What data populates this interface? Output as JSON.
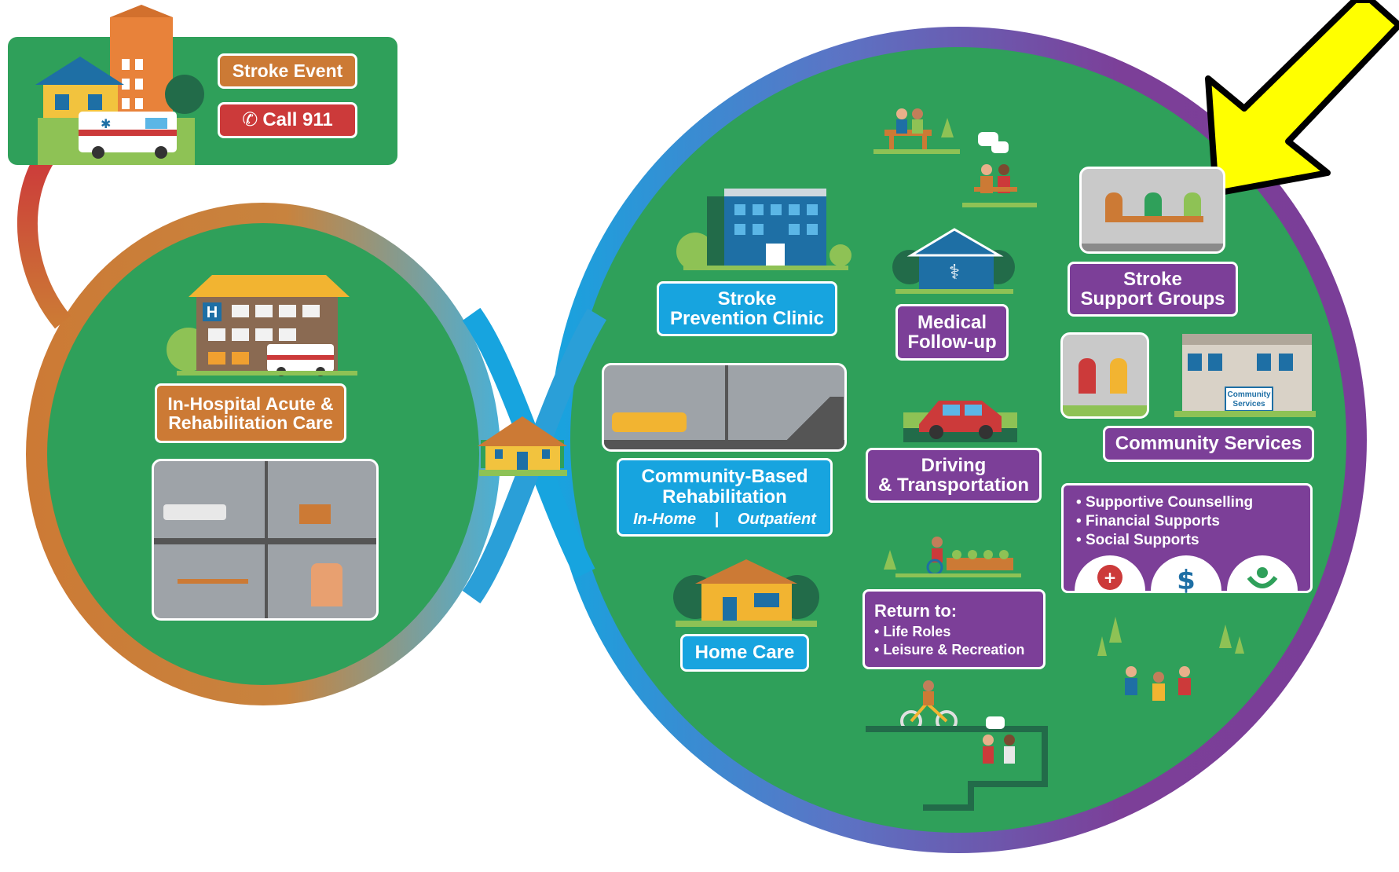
{
  "stroke_event": {
    "label": "Stroke Event",
    "call_label": "Call 911",
    "phone_icon": "phone-icon"
  },
  "hospital": {
    "line1": "In-Hospital Acute &",
    "line2": "Rehabilitation Care"
  },
  "prevention": {
    "line1": "Stroke",
    "line2": "Prevention Clinic"
  },
  "cbr": {
    "line1": "Community-Based",
    "line2": "Rehabilitation",
    "sub_left": "In-Home",
    "sub_sep": "|",
    "sub_right": "Outpatient"
  },
  "home_care": {
    "label": "Home Care"
  },
  "medical": {
    "line1": "Medical",
    "line2": "Follow-up"
  },
  "driving": {
    "line1": "Driving",
    "line2": "& Transportation"
  },
  "return_to": {
    "title": "Return to:",
    "items": [
      "Life Roles",
      "Leisure & Recreation"
    ]
  },
  "support_groups": {
    "line1": "Stroke",
    "line2": "Support Groups"
  },
  "community": {
    "label": "Community Services",
    "sign_line1": "Community",
    "sign_line2": "Services"
  },
  "supports": {
    "items": [
      "Supportive Counselling",
      "Financial Supports",
      "Social Supports"
    ],
    "icons": [
      "head-cross-icon",
      "dollar-icon",
      "helping-hands-icon"
    ],
    "dollar_glyph": "$"
  },
  "colors": {
    "green": "#2fa05a",
    "orange": "#cc7a35",
    "blue": "#17a4df",
    "purple": "#7c3f98",
    "red": "#cc3a3a",
    "arrow": "#ffff00"
  }
}
